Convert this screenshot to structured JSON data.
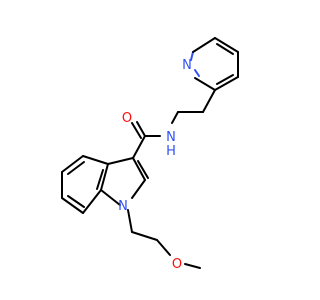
{
  "molecule": {
    "atoms": {
      "pyridine_n": "N",
      "amide_nh": "N",
      "amide_h": "H",
      "carbonyl_o": "O",
      "indole_n": "N",
      "ether_o": "O"
    }
  },
  "colors": {
    "carbon_bond": "#000000",
    "nitrogen": "#3050F8",
    "oxygen": "#FF0D0D",
    "background": "#FFFFFF"
  }
}
